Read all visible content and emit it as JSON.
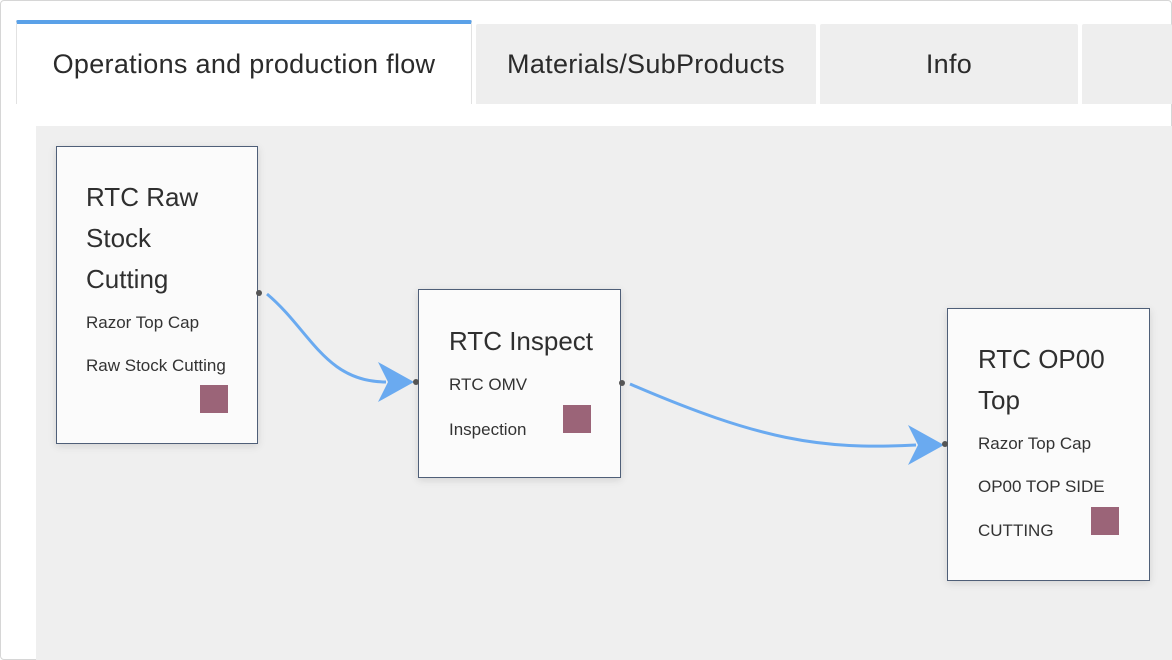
{
  "tabs": [
    {
      "label": "Operations and production flow",
      "active": true
    },
    {
      "label": "Materials/SubProducts",
      "active": false
    },
    {
      "label": "Info",
      "active": false
    },
    {
      "label": "",
      "active": false
    }
  ],
  "flow": {
    "operations": [
      {
        "title": "RTC Raw Stock Cutting",
        "title_lines": [
          "RTC Raw",
          "Stock",
          "Cutting"
        ],
        "product": "Razor Top Cap",
        "details": [
          "Raw Stock Cutting"
        ],
        "color": "#9b6478"
      },
      {
        "title": "RTC Inspect",
        "title_lines": [
          "RTC Inspect"
        ],
        "product": "RTC OMV",
        "details": [
          "Inspection"
        ],
        "color": "#9b6478"
      },
      {
        "title": "RTC OP00 Top",
        "title_lines": [
          "RTC OP00",
          "Top"
        ],
        "product": "Razor Top Cap",
        "details": [
          "OP00 TOP SIDE",
          "CUTTING"
        ],
        "color": "#9b6478"
      }
    ],
    "edge_color": "#6aaaf0"
  }
}
